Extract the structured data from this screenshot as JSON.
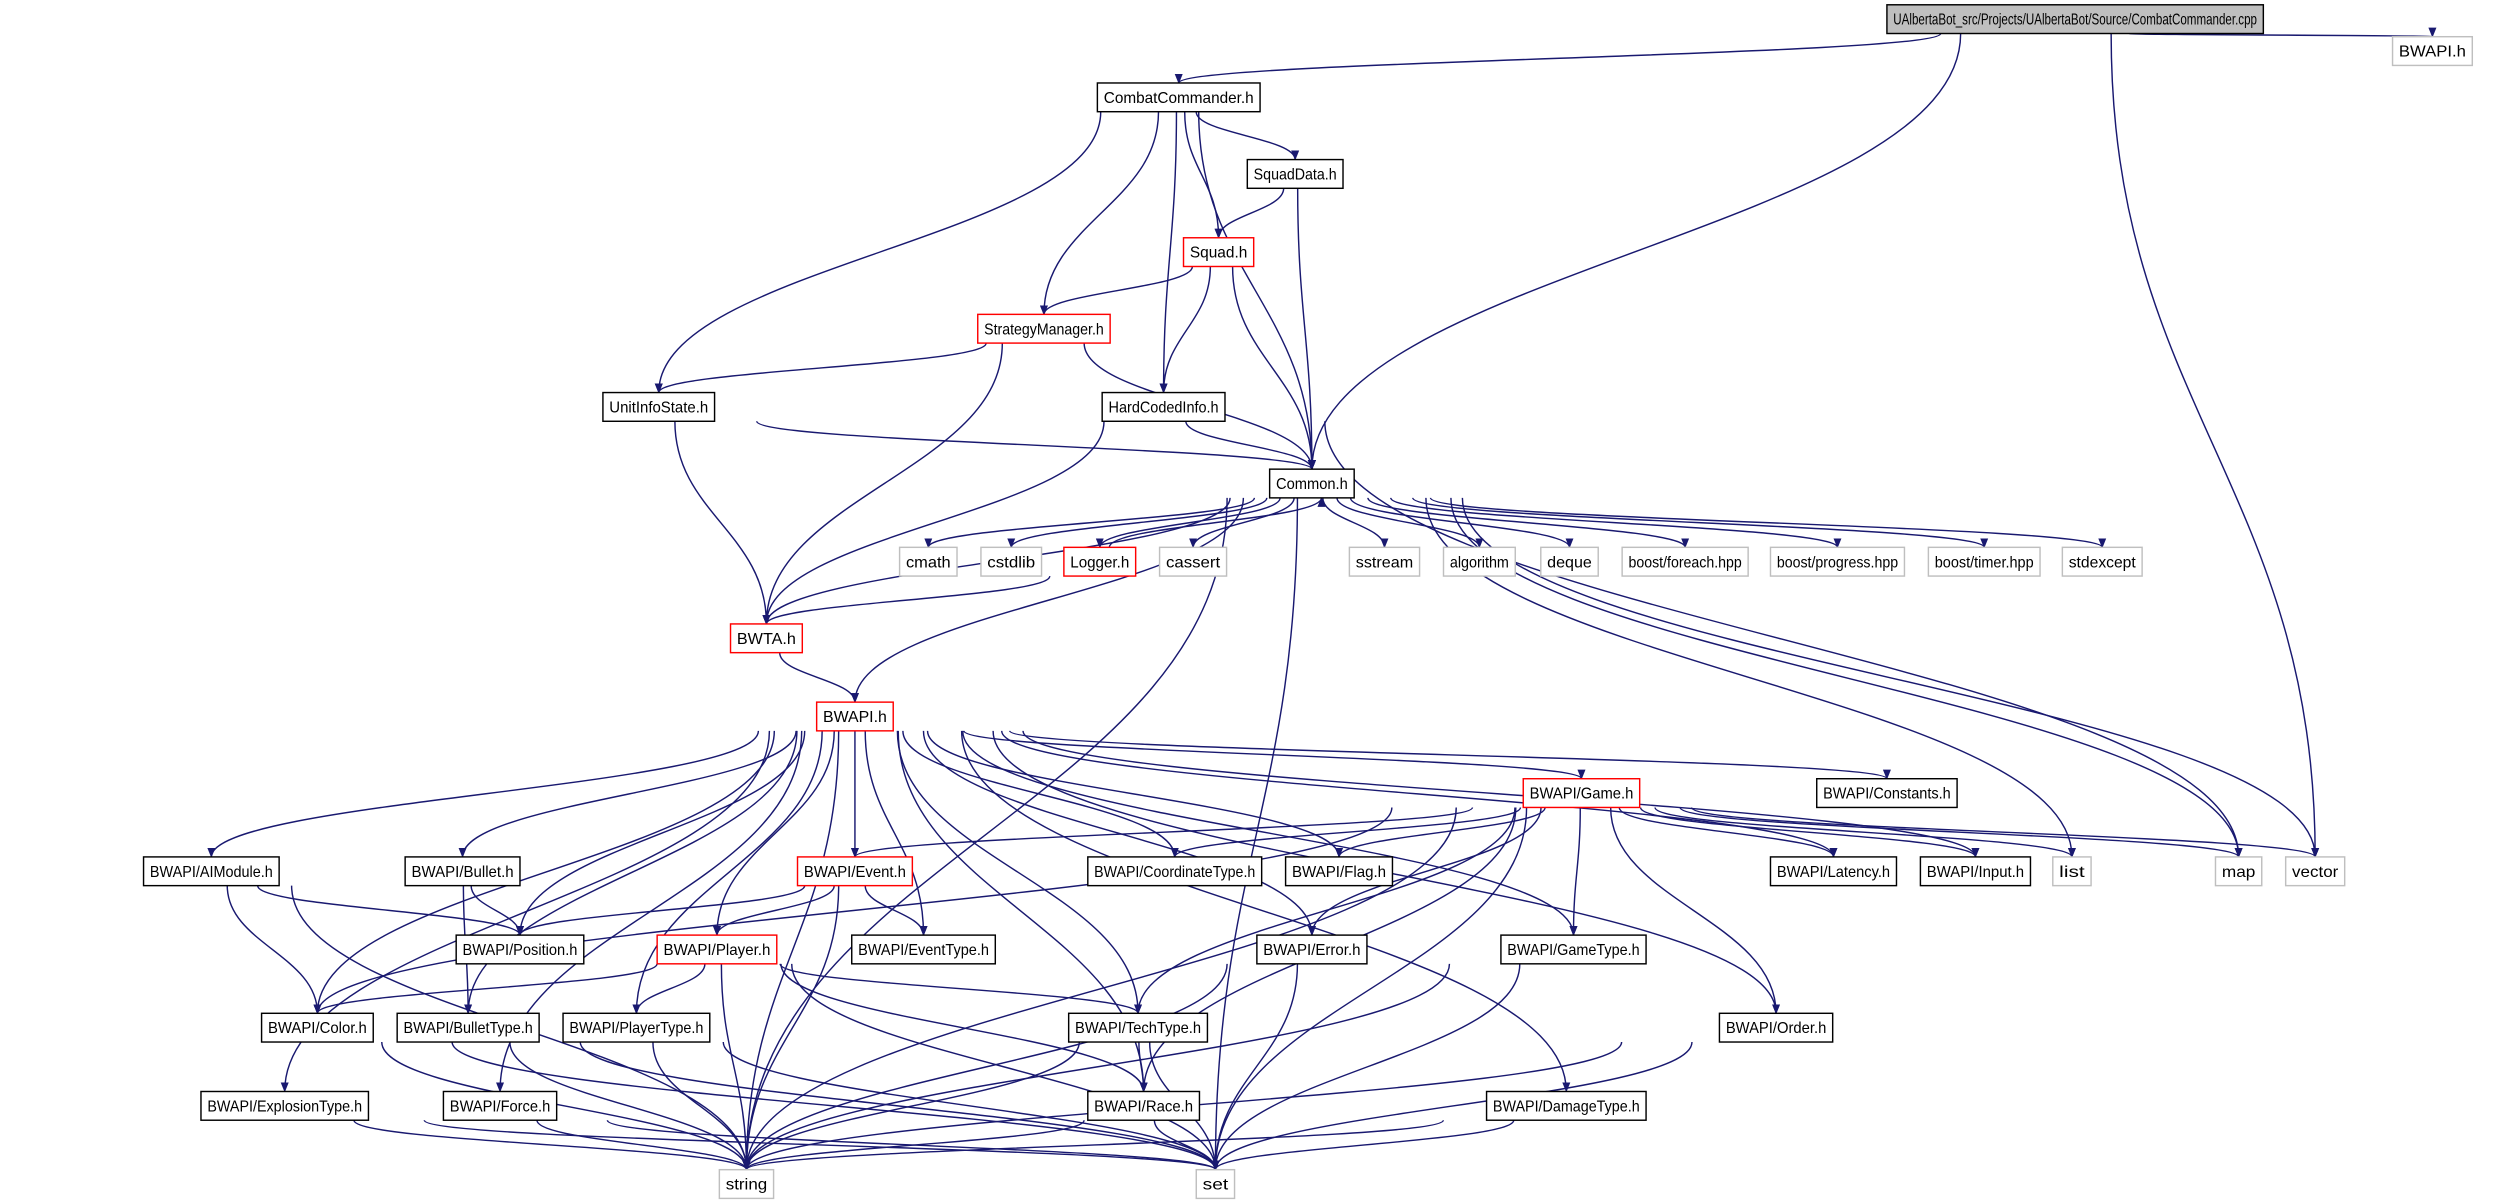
{
  "colors": {
    "edge": "#191970",
    "root_fill": "#bfbfbf",
    "normal_border": "#000000",
    "truncated_border": "#ff0000",
    "system_border": "#bfbfbf"
  },
  "nodes": [
    {
      "id": "cpp",
      "label": "UAlbertaBot_src/Projects/UAlbertaBot/Source/CombatCommander.cpp",
      "kind": "root"
    },
    {
      "id": "bwapi_top",
      "label": "BWAPI.h",
      "kind": "system"
    },
    {
      "id": "cc",
      "label": "CombatCommander.h",
      "kind": "normal"
    },
    {
      "id": "squaddata",
      "label": "SquadData.h",
      "kind": "normal"
    },
    {
      "id": "squad",
      "label": "Squad.h",
      "kind": "truncated"
    },
    {
      "id": "strat",
      "label": "StrategyManager.h",
      "kind": "truncated"
    },
    {
      "id": "hci",
      "label": "HardCodedInfo.h",
      "kind": "normal"
    },
    {
      "id": "uis",
      "label": "UnitInfoState.h",
      "kind": "normal"
    },
    {
      "id": "common",
      "label": "Common.h",
      "kind": "normal"
    },
    {
      "id": "cmath",
      "label": "cmath",
      "kind": "system"
    },
    {
      "id": "cstdlib",
      "label": "cstdlib",
      "kind": "system"
    },
    {
      "id": "logger",
      "label": "Logger.h",
      "kind": "truncated"
    },
    {
      "id": "cassert",
      "label": "cassert",
      "kind": "system"
    },
    {
      "id": "sstream",
      "label": "sstream",
      "kind": "system"
    },
    {
      "id": "algorithm",
      "label": "algorithm",
      "kind": "system"
    },
    {
      "id": "deque",
      "label": "deque",
      "kind": "system"
    },
    {
      "id": "foreach",
      "label": "boost/foreach.hpp",
      "kind": "system"
    },
    {
      "id": "progress",
      "label": "boost/progress.hpp",
      "kind": "system"
    },
    {
      "id": "timer",
      "label": "boost/timer.hpp",
      "kind": "system"
    },
    {
      "id": "stdexcept",
      "label": "stdexcept",
      "kind": "system"
    },
    {
      "id": "bwta",
      "label": "BWTA.h",
      "kind": "truncated"
    },
    {
      "id": "bwapi",
      "label": "BWAPI.h",
      "kind": "truncated"
    },
    {
      "id": "game",
      "label": "BWAPI/Game.h",
      "kind": "truncated"
    },
    {
      "id": "constants",
      "label": "BWAPI/Constants.h",
      "kind": "normal"
    },
    {
      "id": "aimodule",
      "label": "BWAPI/AIModule.h",
      "kind": "normal"
    },
    {
      "id": "bullet",
      "label": "BWAPI/Bullet.h",
      "kind": "normal"
    },
    {
      "id": "event",
      "label": "BWAPI/Event.h",
      "kind": "truncated"
    },
    {
      "id": "coord",
      "label": "BWAPI/CoordinateType.h",
      "kind": "normal"
    },
    {
      "id": "flag",
      "label": "BWAPI/Flag.h",
      "kind": "normal"
    },
    {
      "id": "latency",
      "label": "BWAPI/Latency.h",
      "kind": "normal"
    },
    {
      "id": "input",
      "label": "BWAPI/Input.h",
      "kind": "normal"
    },
    {
      "id": "list",
      "label": "list",
      "kind": "system"
    },
    {
      "id": "map",
      "label": "map",
      "kind": "system"
    },
    {
      "id": "vector",
      "label": "vector",
      "kind": "system"
    },
    {
      "id": "position",
      "label": "BWAPI/Position.h",
      "kind": "normal"
    },
    {
      "id": "player",
      "label": "BWAPI/Player.h",
      "kind": "truncated"
    },
    {
      "id": "eventtype",
      "label": "BWAPI/EventType.h",
      "kind": "normal"
    },
    {
      "id": "error",
      "label": "BWAPI/Error.h",
      "kind": "normal"
    },
    {
      "id": "gametype",
      "label": "BWAPI/GameType.h",
      "kind": "normal"
    },
    {
      "id": "color",
      "label": "BWAPI/Color.h",
      "kind": "normal"
    },
    {
      "id": "bullettype",
      "label": "BWAPI/BulletType.h",
      "kind": "normal"
    },
    {
      "id": "playertype",
      "label": "BWAPI/PlayerType.h",
      "kind": "normal"
    },
    {
      "id": "techtype",
      "label": "BWAPI/TechType.h",
      "kind": "normal"
    },
    {
      "id": "order",
      "label": "BWAPI/Order.h",
      "kind": "normal"
    },
    {
      "id": "explosion",
      "label": "BWAPI/ExplosionType.h",
      "kind": "normal"
    },
    {
      "id": "force",
      "label": "BWAPI/Force.h",
      "kind": "normal"
    },
    {
      "id": "race",
      "label": "BWAPI/Race.h",
      "kind": "normal"
    },
    {
      "id": "damagetype",
      "label": "BWAPI/DamageType.h",
      "kind": "normal"
    },
    {
      "id": "string",
      "label": "string",
      "kind": "system"
    },
    {
      "id": "set",
      "label": "set",
      "kind": "system"
    }
  ],
  "edges": [
    [
      "cpp",
      "cc"
    ],
    [
      "cpp",
      "common"
    ],
    [
      "cpp",
      "bwapi_top"
    ],
    [
      "cpp",
      "vector"
    ],
    [
      "cc",
      "squaddata"
    ],
    [
      "cc",
      "squad"
    ],
    [
      "cc",
      "strat"
    ],
    [
      "cc",
      "hci"
    ],
    [
      "cc",
      "uis"
    ],
    [
      "cc",
      "common"
    ],
    [
      "squaddata",
      "squad"
    ],
    [
      "squaddata",
      "common"
    ],
    [
      "squad",
      "strat"
    ],
    [
      "squad",
      "hci"
    ],
    [
      "squad",
      "common"
    ],
    [
      "strat",
      "uis"
    ],
    [
      "strat",
      "bwta"
    ],
    [
      "strat",
      "common"
    ],
    [
      "hci",
      "common"
    ],
    [
      "hci",
      "bwta"
    ],
    [
      "hci",
      "map"
    ],
    [
      "uis",
      "common"
    ],
    [
      "uis",
      "bwta"
    ],
    [
      "common",
      "cmath"
    ],
    [
      "common",
      "cstdlib"
    ],
    [
      "common",
      "logger"
    ],
    [
      "common",
      "cassert"
    ],
    [
      "common",
      "sstream"
    ],
    [
      "common",
      "algorithm"
    ],
    [
      "common",
      "deque"
    ],
    [
      "common",
      "foreach"
    ],
    [
      "common",
      "progress"
    ],
    [
      "common",
      "timer"
    ],
    [
      "common",
      "stdexcept"
    ],
    [
      "common",
      "bwta"
    ],
    [
      "common",
      "bwapi"
    ],
    [
      "common",
      "list"
    ],
    [
      "common",
      "map"
    ],
    [
      "common",
      "vector"
    ],
    [
      "common",
      "set"
    ],
    [
      "common",
      "string"
    ],
    [
      "logger",
      "common"
    ],
    [
      "logger",
      "bwta"
    ],
    [
      "bwta",
      "bwapi"
    ],
    [
      "bwapi",
      "game"
    ],
    [
      "bwapi",
      "constants"
    ],
    [
      "bwapi",
      "aimodule"
    ],
    [
      "bwapi",
      "bullet"
    ],
    [
      "bwapi",
      "event"
    ],
    [
      "bwapi",
      "coord"
    ],
    [
      "bwapi",
      "flag"
    ],
    [
      "bwapi",
      "latency"
    ],
    [
      "bwapi",
      "input"
    ],
    [
      "bwapi",
      "position"
    ],
    [
      "bwapi",
      "eventtype"
    ],
    [
      "bwapi",
      "player"
    ],
    [
      "bwapi",
      "error"
    ],
    [
      "bwapi",
      "gametype"
    ],
    [
      "bwapi",
      "color"
    ],
    [
      "bwapi",
      "bullettype"
    ],
    [
      "bwapi",
      "playertype"
    ],
    [
      "bwapi",
      "techtype"
    ],
    [
      "bwapi",
      "order"
    ],
    [
      "bwapi",
      "race"
    ],
    [
      "bwapi",
      "explosion"
    ],
    [
      "bwapi",
      "force"
    ],
    [
      "bwapi",
      "damagetype"
    ],
    [
      "bwapi",
      "string"
    ],
    [
      "game",
      "event"
    ],
    [
      "game",
      "coord"
    ],
    [
      "game",
      "flag"
    ],
    [
      "game",
      "latency"
    ],
    [
      "game",
      "input"
    ],
    [
      "game",
      "list"
    ],
    [
      "game",
      "map"
    ],
    [
      "game",
      "vector"
    ],
    [
      "game",
      "color"
    ],
    [
      "game",
      "error"
    ],
    [
      "game",
      "techtype"
    ],
    [
      "game",
      "race"
    ],
    [
      "game",
      "gametype"
    ],
    [
      "game",
      "order"
    ],
    [
      "game",
      "set"
    ],
    [
      "game",
      "string"
    ],
    [
      "aimodule",
      "position"
    ],
    [
      "aimodule",
      "color"
    ],
    [
      "aimodule",
      "string"
    ],
    [
      "bullet",
      "position"
    ],
    [
      "bullet",
      "bullettype"
    ],
    [
      "event",
      "position"
    ],
    [
      "event",
      "player"
    ],
    [
      "event",
      "eventtype"
    ],
    [
      "event",
      "string"
    ],
    [
      "player",
      "color"
    ],
    [
      "player",
      "playertype"
    ],
    [
      "player",
      "techtype"
    ],
    [
      "player",
      "race"
    ],
    [
      "player",
      "string"
    ],
    [
      "player",
      "set"
    ],
    [
      "color",
      "string"
    ],
    [
      "color",
      "set"
    ],
    [
      "bullettype",
      "string"
    ],
    [
      "bullettype",
      "set"
    ],
    [
      "playertype",
      "string"
    ],
    [
      "playertype",
      "set"
    ],
    [
      "techtype",
      "race"
    ],
    [
      "techtype",
      "string"
    ],
    [
      "techtype",
      "set"
    ],
    [
      "error",
      "string"
    ],
    [
      "error",
      "set"
    ],
    [
      "gametype",
      "string"
    ],
    [
      "gametype",
      "set"
    ],
    [
      "order",
      "string"
    ],
    [
      "order",
      "set"
    ],
    [
      "race",
      "string"
    ],
    [
      "race",
      "set"
    ],
    [
      "explosion",
      "string"
    ],
    [
      "explosion",
      "set"
    ],
    [
      "force",
      "string"
    ],
    [
      "force",
      "set"
    ],
    [
      "damagetype",
      "string"
    ],
    [
      "damagetype",
      "set"
    ]
  ]
}
